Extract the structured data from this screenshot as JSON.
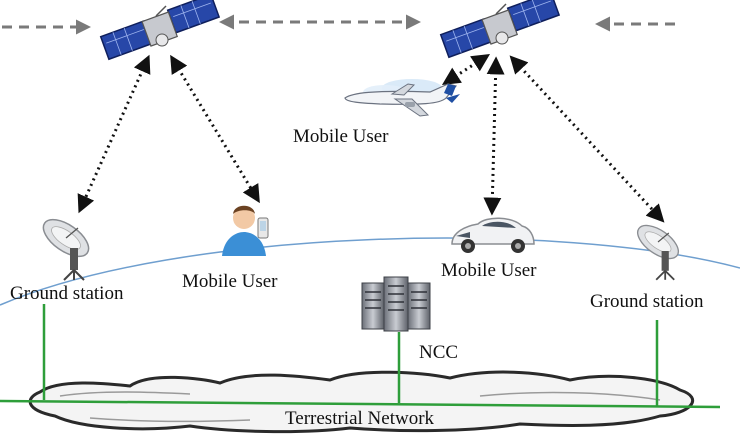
{
  "labels": {
    "ground_station_left": "Ground station",
    "ground_station_right": "Ground station",
    "mobile_user_person": "Mobile User",
    "mobile_user_airplane": "Mobile User",
    "mobile_user_car": "Mobile User",
    "ncc": "NCC",
    "terrestrial_network": "Terrestrial Network"
  },
  "icons": {
    "satellite": "satellite-icon",
    "airplane": "airplane-icon",
    "person": "person-with-phone-icon",
    "car": "car-icon",
    "dish": "satellite-dish-icon",
    "server": "server-rack-icon",
    "cloud": "cloud-icon"
  },
  "colors": {
    "earth_curve": "#6f9fcf",
    "terrestrial_link": "#2e9e3a",
    "isl_arrow": "#7a7a7a",
    "radio_link": "#111111",
    "solar_panel": "#2747a8",
    "text": "#111111"
  }
}
